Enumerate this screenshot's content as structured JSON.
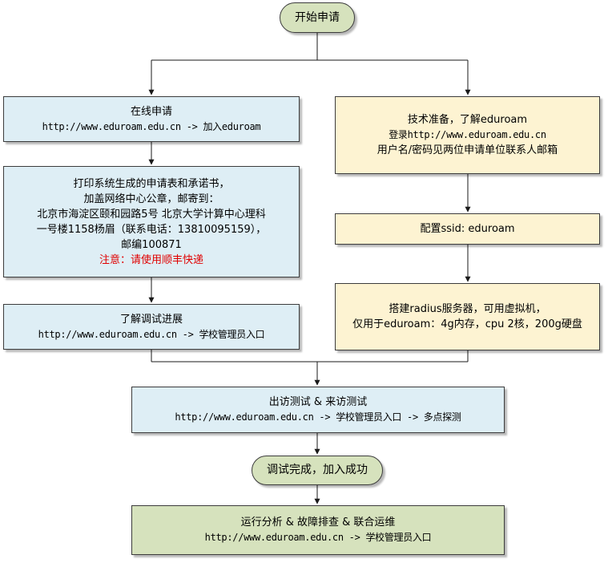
{
  "flow": {
    "start": "开始申请",
    "left": {
      "online": {
        "title": "在线申请",
        "url_line": "http://www.eduroam.edu.cn -> 加入eduroam"
      },
      "print": {
        "line1": "打印系统生成的申请表和承诺书，",
        "line2": "加盖网络中心公章，邮寄到：",
        "line3": "北京市海淀区颐和园路5号 北京大学计算中心理科",
        "line4": "一号楼1158杨眉（联系电话：13810095159），",
        "line5": "邮编100871",
        "notice": "注意：请使用顺丰快递"
      },
      "progress": {
        "title": "了解调试进展",
        "url_line": "http://www.eduroam.edu.cn -> 学校管理员入口"
      }
    },
    "right": {
      "tech": {
        "line1": "技术准备，了解eduroam",
        "line2": "登录http://www.eduroam.edu.cn",
        "line3": "用户名/密码见两位申请单位联系人邮箱"
      },
      "ssid": {
        "text": "配置ssid: eduroam"
      },
      "radius": {
        "line1": "搭建radius服务器，可用虚拟机，",
        "line2": "仅用于eduroam：4g内存，cpu 2核，200g硬盘"
      }
    },
    "test": {
      "title": "出访测试 & 来访测试",
      "url_line": "http://www.eduroam.edu.cn -> 学校管理员入口 -> 多点探测"
    },
    "done": "调试完成，加入成功",
    "ops": {
      "title": "运行分析 & 故障排查 & 联合运维",
      "url_line": "http://www.eduroam.edu.cn -> 学校管理员入口"
    }
  },
  "colors": {
    "blue_fill": "#deeef5",
    "yellow_fill": "#fdf3d2",
    "green_fill": "#d6e2bd",
    "border": "#3c3c3c",
    "notice": "#e00000"
  }
}
